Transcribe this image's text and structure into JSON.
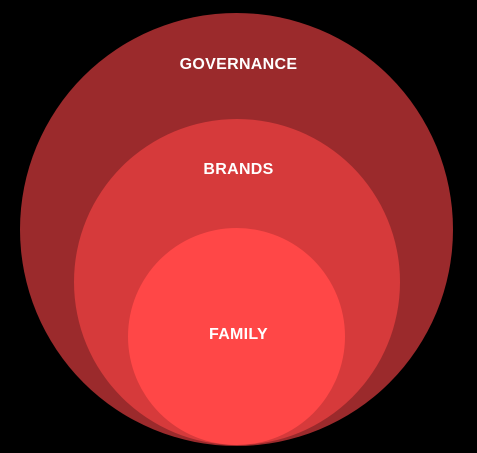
{
  "diagram": {
    "layers": [
      {
        "label": "GOVERNANCE",
        "color": "#9b2a2c"
      },
      {
        "label": "BRANDS",
        "color": "#d63a3b"
      },
      {
        "label": "FAMILY",
        "color": "#ff4747"
      }
    ],
    "background": "#000000",
    "text_color": "#ffffff"
  }
}
